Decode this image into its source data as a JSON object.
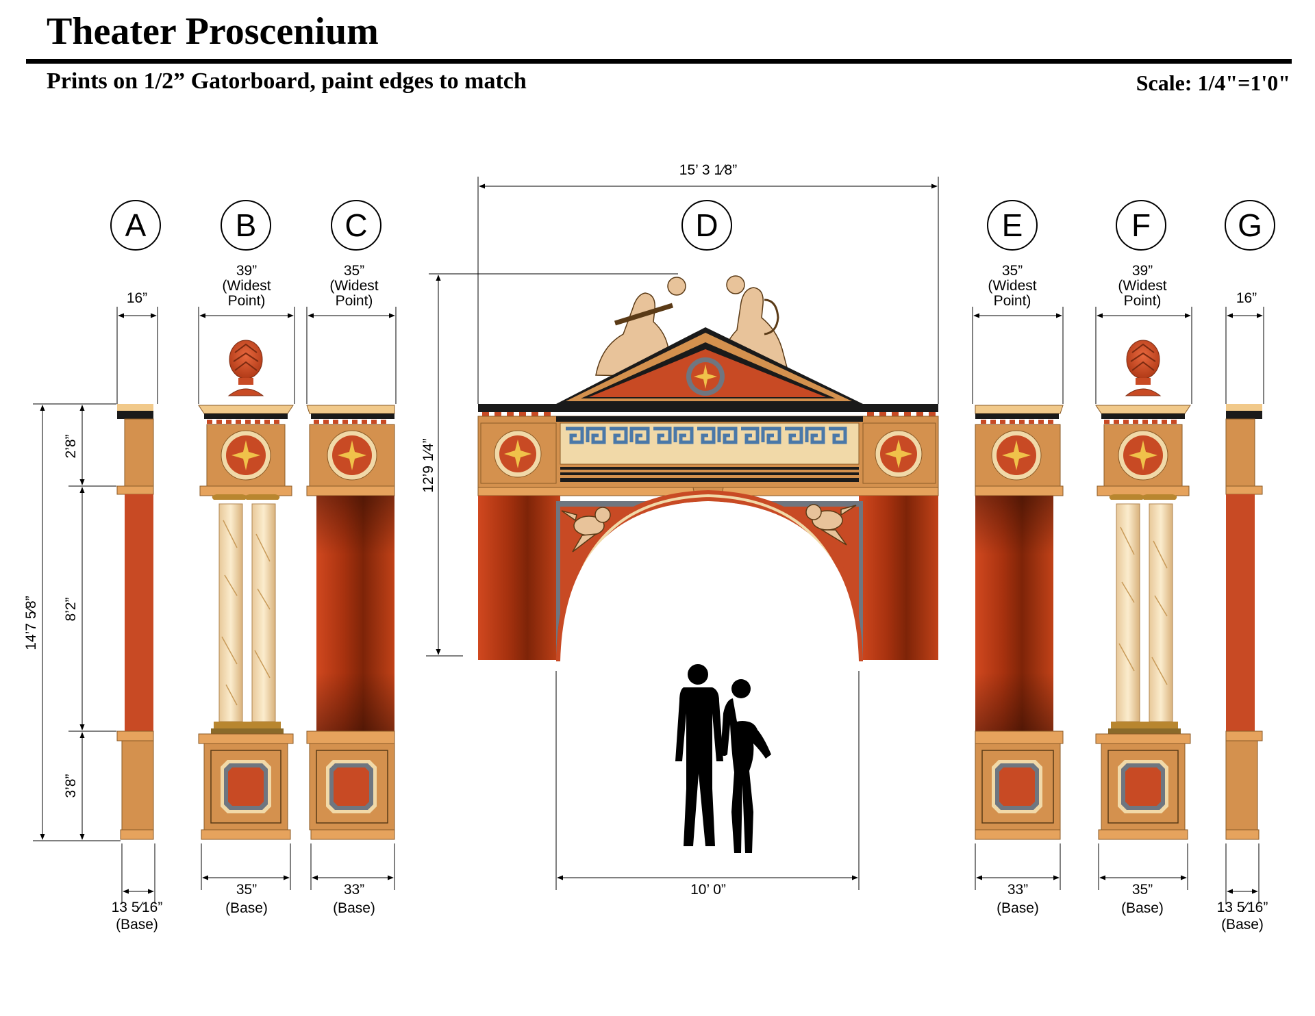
{
  "header": {
    "title": "Theater Proscenium",
    "subtitle": "Prints on 1/2” Gatorboard, paint edges to match",
    "scale": "Scale: 1/4\"=1'0\""
  },
  "panels": [
    {
      "letter": "A",
      "top_dim": [
        "16”"
      ],
      "bottom_dim": [
        "13 5⁄16”",
        "(Base)"
      ]
    },
    {
      "letter": "B",
      "top_dim": [
        "39”",
        "(Widest",
        "Point)"
      ],
      "bottom_dim": [
        "35”",
        "(Base)"
      ]
    },
    {
      "letter": "C",
      "top_dim": [
        "35”",
        "(Widest",
        "Point)"
      ],
      "bottom_dim": [
        "33”",
        "(Base)"
      ]
    },
    {
      "letter": "D",
      "top_dim": [
        "15’ 3 1⁄8”"
      ],
      "bottom_dim": [
        "10’ 0”"
      ],
      "side_dim": "12’9 1⁄4”"
    },
    {
      "letter": "E",
      "top_dim": [
        "35”",
        "(Widest",
        "Point)"
      ],
      "bottom_dim": [
        "33”",
        "(Base)"
      ]
    },
    {
      "letter": "F",
      "top_dim": [
        "39”",
        "(Widest",
        "Point)"
      ],
      "bottom_dim": [
        "35”",
        "(Base)"
      ]
    },
    {
      "letter": "G",
      "top_dim": [
        "16”"
      ],
      "bottom_dim": [
        "13 5⁄16”",
        "(Base)"
      ]
    }
  ],
  "vertical_dims": {
    "overall": "14’7 5⁄8”",
    "top_section": "2’8”",
    "middle_section": "8’2”",
    "base_section": "3’8”"
  },
  "colors": {
    "tan": "#d4914e",
    "red": "#c84a24",
    "black": "#1a1a1a",
    "gold": "#f0c24a",
    "slate": "#6f7680",
    "cream": "#f1d9a8",
    "marble": "#f3dfb8"
  }
}
